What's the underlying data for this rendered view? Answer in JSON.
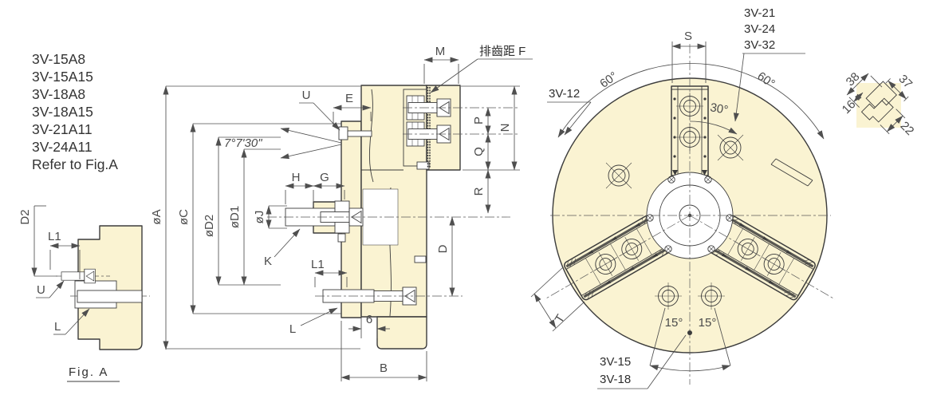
{
  "colors": {
    "part_fill": "#faf3d2",
    "outline": "#3c3c3c",
    "dim_line": "#4f4f4f",
    "dim_text": "#4a4a4a",
    "model_text": "#333333",
    "background": "#ffffff"
  },
  "model_list": {
    "items": [
      "3V-15A8",
      "3V-15A15",
      "3V-18A8",
      "3V-18A15",
      "3V-21A11",
      "3V-24A11",
      "Refer to Fig.A"
    ]
  },
  "fig_a": {
    "caption": "Fig. A",
    "dim_d2": "D2",
    "dim_l1": "L1",
    "label_u": "U",
    "label_l": "L"
  },
  "section": {
    "dim_phi_a": "øA",
    "dim_phi_c": "øC",
    "dim_phi_d2": "øD2",
    "dim_phi_d1": "øD1",
    "dim_phi_j": "øJ",
    "dim_m": "M",
    "pitch_label": "排齒距 F",
    "label_u": "U",
    "dim_e": "E",
    "taper_angle": "7°7'30\"",
    "dim_h": "H",
    "dim_g": "G",
    "label_k": "K",
    "dim_l1": "L1",
    "label_l": "L",
    "dim_6": "6",
    "dim_b": "B",
    "dim_p": "P",
    "dim_n": "N",
    "dim_q": "Q",
    "dim_r": "R",
    "dim_d": "D"
  },
  "front": {
    "dim_s": "S",
    "angle_60_left": "60°",
    "angle_60_right": "60°",
    "angle_30": "30°",
    "angle_15_left": "15°",
    "angle_15_right": "15°",
    "dim_t": "T",
    "callout_left": "3V-12",
    "callout_top_right": [
      "3V-21",
      "3V-24",
      "3V-32"
    ],
    "callout_bottom": [
      "3V-15",
      "3V-18"
    ]
  },
  "detail": {
    "dim_38": "38",
    "dim_16": "16",
    "dim_37": "37",
    "dim_22": "22"
  }
}
